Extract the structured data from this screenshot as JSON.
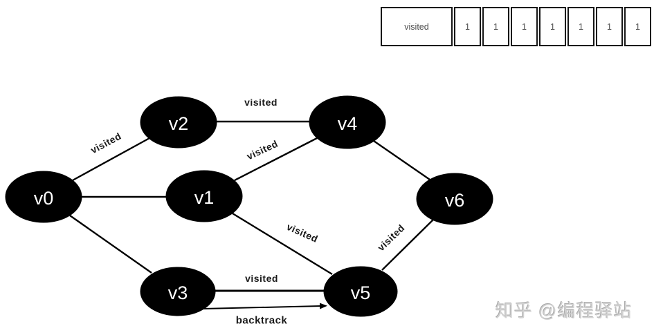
{
  "visited_table": {
    "label": "visited",
    "values": [
      "1",
      "1",
      "1",
      "1",
      "1",
      "1",
      "1"
    ]
  },
  "graph": {
    "nodes": {
      "v0": {
        "label": "v0"
      },
      "v1": {
        "label": "v1"
      },
      "v2": {
        "label": "v2"
      },
      "v3": {
        "label": "v3"
      },
      "v4": {
        "label": "v4"
      },
      "v5": {
        "label": "v5"
      },
      "v6": {
        "label": "v6"
      }
    },
    "edge_labels": {
      "v0_v2": "visited",
      "v2_v4": "visited",
      "v1_v4": "visited",
      "v1_v5": "visited",
      "v5_v6": "visited",
      "v3_v5": "visited",
      "v3_v5_backtrack": "backtrack"
    }
  },
  "watermark": "知乎 @编程驿站",
  "colors": {
    "node_fill": "#000000",
    "node_text": "#ffffff",
    "edge_stroke": "#000000",
    "edge_label_text": "#1a1a1a",
    "table_border": "#161616",
    "table_text": "#4d4d4d",
    "watermark_text": "#d2d2d2"
  }
}
